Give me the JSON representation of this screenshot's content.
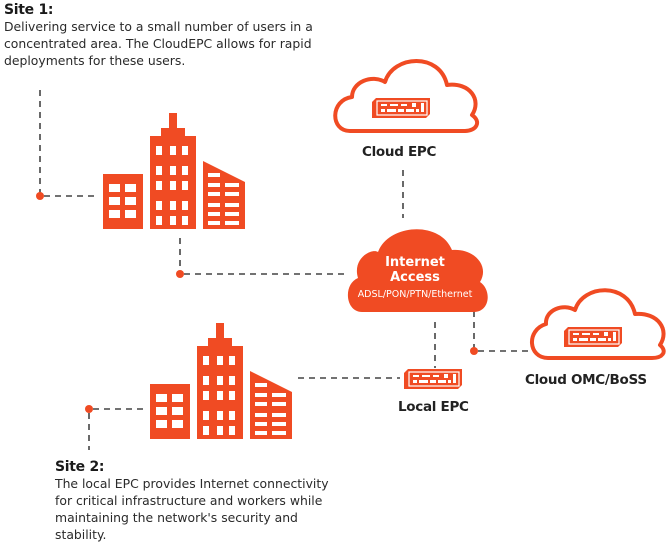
{
  "colors": {
    "accent": "#f04b23",
    "connector": "#444444",
    "text": "#222222"
  },
  "site1": {
    "title": "Site 1:",
    "description_lines": [
      "Delivering service to a small number of users in a",
      "concentrated area. The CloudEPC allows for rapid",
      "deployments for these users."
    ]
  },
  "site2": {
    "title": "Site 2:",
    "description_lines": [
      "The local EPC provides Internet connectivity",
      "for critical infrastructure and workers while",
      "maintaining the network's security and",
      "stability."
    ]
  },
  "nodes": {
    "cloud_epc": {
      "label": "Cloud EPC",
      "icon": "cloud-server-icon"
    },
    "internet_access": {
      "title_line1": "Internet",
      "title_line2": "Access",
      "subtitle": "ADSL/PON/PTN/Ethernet",
      "icon": "filled-cloud-icon"
    },
    "cloud_omc": {
      "label": "Cloud OMC/BoSS",
      "icon": "cloud-server-icon"
    },
    "local_epc": {
      "label": "Local EPC",
      "icon": "server-appliance-icon"
    },
    "site1_buildings": {
      "icon": "buildings-icon"
    },
    "site2_buildings": {
      "icon": "buildings-icon"
    }
  }
}
